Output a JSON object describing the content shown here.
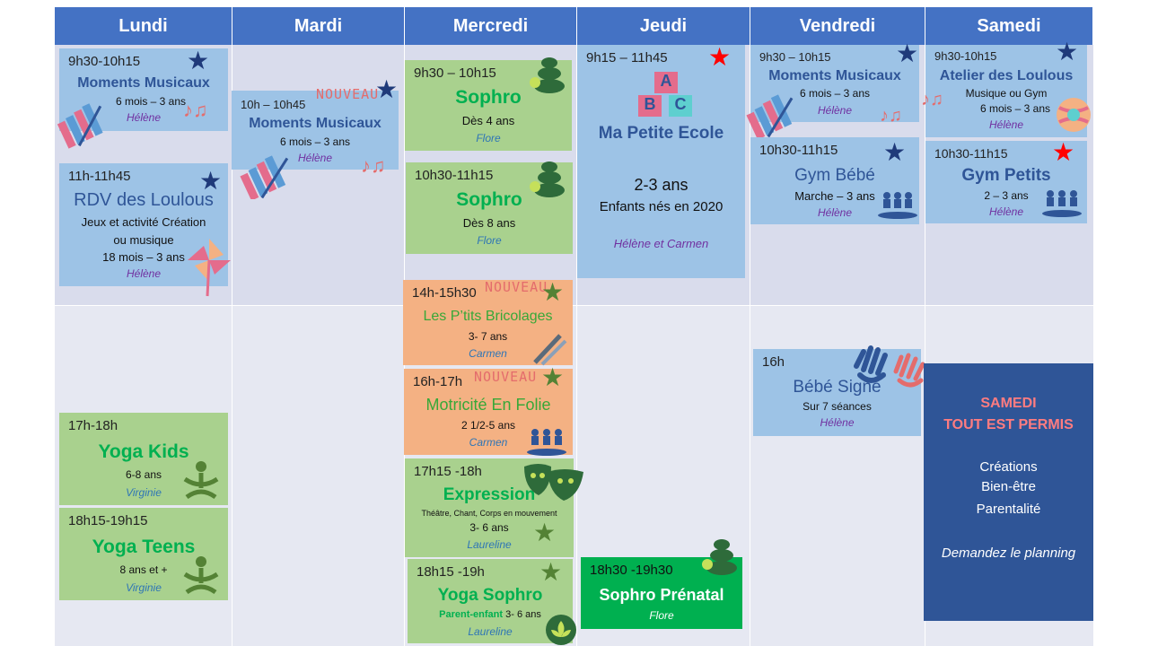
{
  "days": [
    "Lundi",
    "Mardi",
    "Mercredi",
    "Jeudi",
    "Vendredi",
    "Samedi"
  ],
  "colors": {
    "header": "#4472c4",
    "blue_card": "#9dc3e6",
    "green_card": "#a9d18e",
    "orange_card": "#f4b183",
    "dark_green": "#00b050",
    "navy": "#2f5597",
    "star_navy": "#1f3a7a",
    "star_red": "#ff0000",
    "star_green": "#548235"
  },
  "lundi": {
    "c1": {
      "time": "9h30-10h15",
      "title": "Moments Musicaux",
      "age": "6 mois – 3 ans",
      "who": "Hélène"
    },
    "c2": {
      "time": "11h-11h45",
      "title": "RDV des Loulous",
      "desc1": "Jeux et activité Création",
      "desc2": "ou musique",
      "age": "18 mois – 3 ans",
      "who": "Hélène"
    },
    "c3": {
      "time": "17h-18h",
      "title": "Yoga Kids",
      "age": "6-8 ans",
      "who": "Virginie"
    },
    "c4": {
      "time": "18h15-19h15",
      "title": "Yoga Teens",
      "age": "8 ans et +",
      "who": "Virginie"
    }
  },
  "mardi": {
    "c1": {
      "time": "10h – 10h45",
      "badge": "NOUVEAU",
      "title": "Moments Musicaux",
      "age": "6 mois – 3 ans",
      "who": "Hélène"
    }
  },
  "mercredi": {
    "c1": {
      "time": "9h30 – 10h15",
      "title": "Sophro",
      "age": "Dès 4 ans",
      "who": "Flore"
    },
    "c2": {
      "time": "10h30-11h15",
      "title": "Sophro",
      "age": "Dès 8 ans",
      "who": "Flore"
    },
    "c3": {
      "time": "14h-15h30",
      "badge": "NOUVEAU",
      "title": "Les P’tits Bricolages",
      "age": "3- 7 ans",
      "who": "Carmen"
    },
    "c4": {
      "time": "16h-17h",
      "badge": "NOUVEAU",
      "title": "Motricité En Folie",
      "age": "2 1/2-5 ans",
      "who": "Carmen"
    },
    "c5": {
      "time": "17h15 -18h",
      "title": "Expression",
      "desc1": "Théâtre, Chant, Corps en mouvement",
      "age": "3- 6 ans",
      "who": "Laureline"
    },
    "c6": {
      "time": "18h15 -19h",
      "title": "Yoga Sophro",
      "desc1": "Parent-enfant",
      "age": "3- 6 ans",
      "who": "Laureline"
    }
  },
  "jeudi": {
    "c1": {
      "time": "9h15 – 11h45",
      "letters": [
        "A",
        "B",
        "C"
      ],
      "title": "Ma Petite Ecole",
      "age": "2-3 ans",
      "desc1": "Enfants nés en 2020",
      "who": "Hélène et Carmen"
    },
    "c2": {
      "time": "18h30 -19h30",
      "title": "Sophro Prénatal",
      "who": "Flore"
    }
  },
  "vendredi": {
    "c1": {
      "time": "9h30 – 10h15",
      "title": "Moments Musicaux",
      "age": "6 mois – 3 ans",
      "who": "Hélène"
    },
    "c2": {
      "time": "10h30-11h15",
      "title": "Gym Bébé",
      "age": "Marche – 3 ans",
      "who": "Hélène"
    },
    "c3": {
      "time": "16h",
      "title": "Bébé Signe",
      "age": "Sur 7 séances",
      "who": "Hélène"
    }
  },
  "samedi": {
    "c1": {
      "time": "9h30-10h15",
      "title": "Atelier des Loulous",
      "desc1": "Musique ou Gym",
      "age": "6 mois – 3 ans",
      "who": "Hélène"
    },
    "c2": {
      "time": "10h30-11h15",
      "title": "Gym Petits",
      "age": "2 – 3 ans",
      "who": "Hélène"
    },
    "promo": {
      "line1": "SAMEDI",
      "line2": "TOUT EST PERMIS",
      "item1": "Créations",
      "item2": "Bien-être",
      "item3": "Parentalité",
      "cta": "Demandez le planning"
    }
  }
}
